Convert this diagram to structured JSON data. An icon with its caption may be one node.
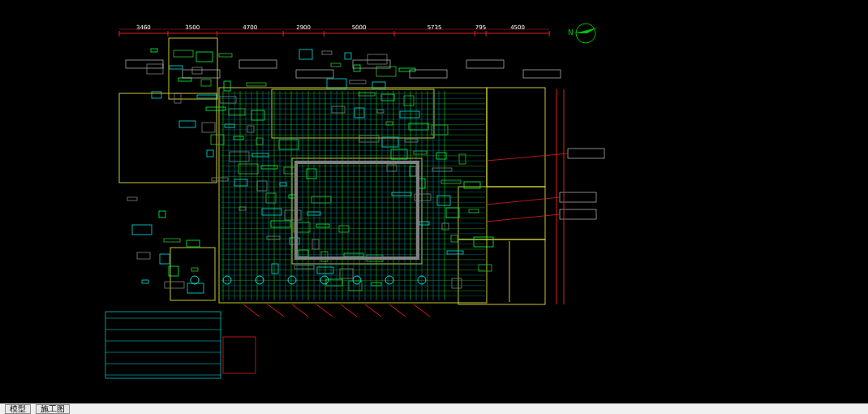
{
  "diagram": {
    "labels": [
      "3460",
      "3500",
      "4700",
      "2900",
      "5000",
      "5735",
      "795",
      "4500",
      "N",
      "模型",
      "施工图"
    ]
  }
}
